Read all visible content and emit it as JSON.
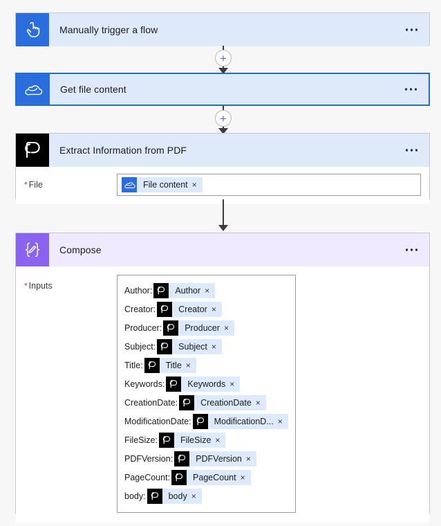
{
  "flow": {
    "steps": [
      {
        "id": "trigger",
        "title": "Manually trigger a flow",
        "icon": "manual-trigger-icon",
        "accent": "#2a6ddf",
        "header_bg": "#deeafa",
        "selected": false
      },
      {
        "id": "getfile",
        "title": "Get file content",
        "icon": "onedrive-icon",
        "accent": "#2a6ddf",
        "header_bg": "#deeafa",
        "selected": true
      },
      {
        "id": "extract",
        "title": "Extract Information from PDF",
        "icon": "pdf-extract-icon",
        "accent": "#000000",
        "header_bg": "#deeafa",
        "selected": false,
        "field": {
          "label": "File",
          "required": true,
          "required_marker": "*",
          "token": {
            "text": "File content",
            "icon": "onedrive-icon",
            "remove": "×"
          }
        }
      },
      {
        "id": "compose",
        "title": "Compose",
        "icon": "compose-braces-icon",
        "accent": "#8a63f2",
        "header_bg": "#efeafd",
        "selected": false,
        "field": {
          "label": "Inputs",
          "required": true,
          "required_marker": "*"
        }
      }
    ],
    "connectors": [
      {
        "id": "conn-1",
        "has_plus": true,
        "plus_label": "+"
      },
      {
        "id": "conn-2",
        "has_plus": true,
        "plus_label": "+"
      },
      {
        "id": "conn-3",
        "has_plus": false,
        "plus_label": ""
      }
    ],
    "overflow_menu_label": "…",
    "compose_inputs": [
      {
        "key": "Author:",
        "token": "Author",
        "remove": "×"
      },
      {
        "key": "Creator:",
        "token": "Creator",
        "remove": "×"
      },
      {
        "key": "Producer:",
        "token": "Producer",
        "remove": "×"
      },
      {
        "key": "Subject:",
        "token": "Subject",
        "remove": "×"
      },
      {
        "key": "Title:",
        "token": "Title",
        "remove": "×"
      },
      {
        "key": "Keywords:",
        "token": "Keywords",
        "remove": "×"
      },
      {
        "key": "CreationDate:",
        "token": "CreationDate",
        "remove": "×"
      },
      {
        "key": "ModificationDate:",
        "token": "ModificationD...",
        "remove": "×"
      },
      {
        "key": "FileSize:",
        "token": "FileSize",
        "remove": "×"
      },
      {
        "key": "PDFVersion:",
        "token": "PDFVersion",
        "remove": "×"
      },
      {
        "key": "PageCount:",
        "token": "PageCount",
        "remove": "×"
      },
      {
        "key": "body:",
        "token": "body",
        "remove": "×"
      }
    ],
    "colors": {
      "canvas_bg": "#f7f7f7",
      "card_bg": "#ffffff",
      "selected_border": "#1f6fd0",
      "token_bg": "#dceafb",
      "required_star": "#d13438",
      "plus_blue": "#4a7ad6"
    }
  }
}
